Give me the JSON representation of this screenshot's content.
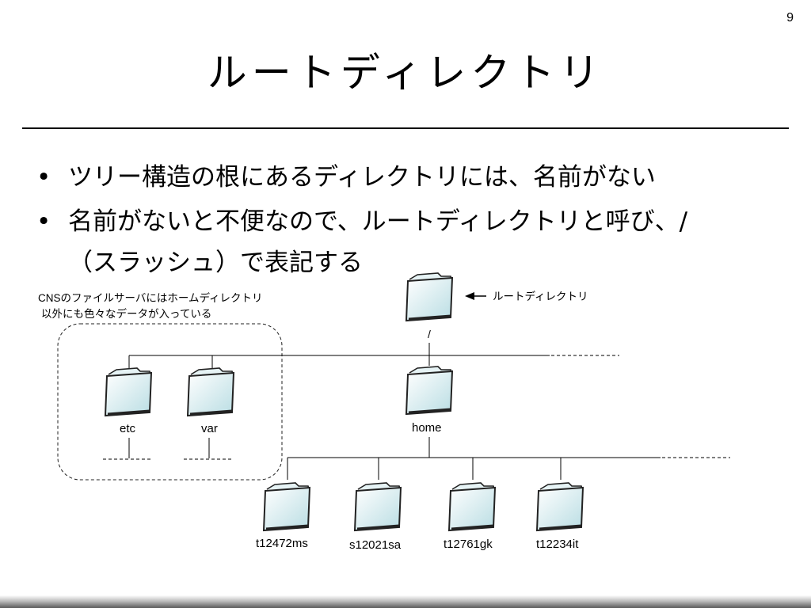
{
  "page_number": "9",
  "title": "ルートディレクトリ",
  "bullets": [
    {
      "line1": "ツリー構造の根にあるディレクトリには、名前がない"
    },
    {
      "line1": "名前がないと不便なので、ルートディレクトリと呼び、/",
      "line2": "（スラッシュ）で表記する"
    }
  ],
  "diagram": {
    "annotation": [
      "CNSのファイルサーバにはホームディレクトリ",
      "以外にも色々なデータが入っている"
    ],
    "root_label": "/",
    "root_callout": "ルートディレクトリ",
    "folders": {
      "etc": "etc",
      "var": "var",
      "home": "home"
    },
    "home_children": [
      "t12472ms",
      "s12021sa",
      "t12761gk",
      "t12234it"
    ]
  }
}
